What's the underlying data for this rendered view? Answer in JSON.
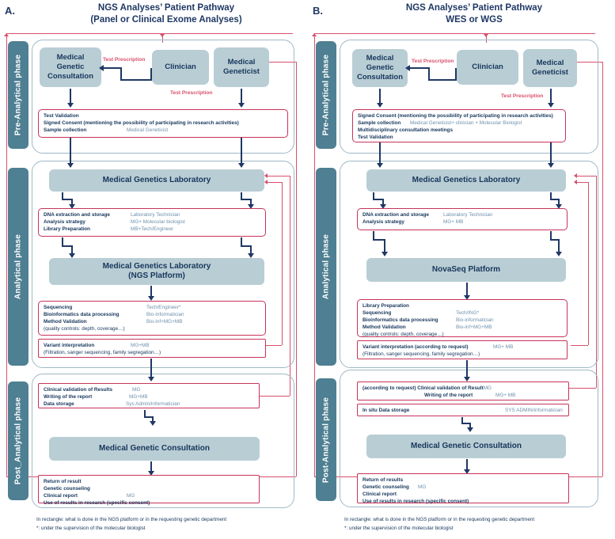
{
  "panels": [
    {
      "letter": "A.",
      "title_line1": "NGS Analyses’ Patient Pathway",
      "title_line2": "(Panel or Clinical Exome Analyses)",
      "phases": [
        {
          "label": "Pre-Analytical phase"
        },
        {
          "label": "Analytical phase"
        },
        {
          "label": "Post_Analytical phase"
        }
      ],
      "actors": {
        "consultation": "Medical Genetic Consultation",
        "clinician": "Clinician",
        "geneticist": "Medical Geneticist",
        "lab": "Medical Genetics Laboratory",
        "ngs_platform_line1": "Medical Genetics Laboratory",
        "ngs_platform_line2": "(NGS Platform)",
        "final_consultation": "Medical Genetic Consultation"
      },
      "edge_labels": {
        "prescription_to_consultation": "Test Prescription",
        "prescription_to_sample": "Test Prescription"
      },
      "tasks": {
        "preanalytical": [
          {
            "text": "Test Validation",
            "who": ""
          },
          {
            "text": "Signed Consent (mentioning the possibility of participating in research activities)",
            "who": ""
          },
          {
            "text": "Sample collection",
            "who": "Medical Geneticist"
          }
        ],
        "extraction": [
          {
            "text": "DNA extraction and storage",
            "who": "Laboratory Technician"
          },
          {
            "text": "Analysis strategy",
            "who": "MG+ Molecular biologist"
          },
          {
            "text": "Library Preparation",
            "who": "MB+Tech/Engineer"
          }
        ],
        "sequencing": [
          {
            "text": "Sequencing",
            "who": "Tech/Engineer*"
          },
          {
            "text": "Bioinformatics data processing",
            "who": "Bio-informatician"
          },
          {
            "text": "Method Validation",
            "who": "Bio-inf+MG+MB"
          },
          {
            "text": "(quality controls: depth, coverage…)",
            "who": "",
            "sub": true
          }
        ],
        "variant": [
          {
            "text": "Variant interpretation",
            "who": "MG+MB"
          },
          {
            "text": "(Filtration, sanger sequencing, family segregation…)",
            "who": "",
            "sub": true
          }
        ],
        "validation": [
          {
            "text": "Clinical validation of Results",
            "who": "MG"
          },
          {
            "text": "Writing of the report",
            "who": "MG+MB"
          },
          {
            "text": "Data storage",
            "who": "Sys Admin/informatician"
          }
        ],
        "return": [
          {
            "text": "Return of result",
            "who": ""
          },
          {
            "text": "Genetic counseling",
            "who": ""
          },
          {
            "text": "Clinical report",
            "who": "MG"
          },
          {
            "text": "Use of results in research (specific consent)",
            "who": ""
          }
        ]
      },
      "footnotes": [
        "In rectangle: what is done in the NGS platform or in the requesting genetic department",
        "*: under the supervision of the molecular biologist"
      ]
    },
    {
      "letter": "B.",
      "title_line1": "NGS Analyses’ Patient Pathway",
      "title_line2": "WES or WGS",
      "phases": [
        {
          "label": "Pre-Analytical phase"
        },
        {
          "label": "Analytical phase"
        },
        {
          "label": "Post-Analytical phase"
        }
      ],
      "actors": {
        "consultation": "Medical Genetic Consultation",
        "clinician": "Clinician",
        "geneticist": "Medical Geneticist",
        "lab": "Medical Genetics Laboratory",
        "ngs_platform_line1": "NovaSeq Platform",
        "ngs_platform_line2": "",
        "final_consultation": "Medical Genetic Consultation"
      },
      "edge_labels": {
        "prescription_to_consultation": "Test Prescription",
        "prescription_to_sample": "Test Prescription"
      },
      "tasks": {
        "preanalytical": [
          {
            "text": "Signed Consent (mentioning the possibility of participating in research activities)",
            "who": ""
          },
          {
            "text": "Sample collection",
            "who": "Medical Geneticist+ clinician + Molecular Biologist"
          },
          {
            "text": "Multidisciplinary consultation meetings",
            "who": ""
          },
          {
            "text": "Test Validation",
            "who": ""
          }
        ],
        "extraction": [
          {
            "text": "DNA extraction and storage",
            "who": "Laboratory Technician"
          },
          {
            "text": "Analysis strategy",
            "who": "MG+ MB"
          }
        ],
        "sequencing": [
          {
            "text": "Library Preparation",
            "who": ""
          },
          {
            "text": "Sequencing",
            "who": "Tech/ING*"
          },
          {
            "text": "Bioinformatics data processing",
            "who": "Bio-informatician"
          },
          {
            "text": "Method Validation",
            "who": "Bio-inf+MG+MB"
          },
          {
            "text": "(quality controls: depth, coverage…)",
            "who": "",
            "sub": true
          }
        ],
        "variant": [
          {
            "text": "Variant interpretation (according to request)",
            "who": "MG+ MB"
          },
          {
            "text": "(Filtration, sanger sequencing, family segregation…)",
            "who": "",
            "sub": true
          }
        ],
        "validation": [
          {
            "text": "(according to request)   Clinical validation of Result",
            "who": "MG"
          },
          {
            "text": "Writing of the report",
            "who": "MG+ MB"
          }
        ],
        "storage": [
          {
            "text": "In situ Data storage",
            "who": "SYS ADMIN/informatician"
          }
        ],
        "return": [
          {
            "text": "Return of results",
            "who": ""
          },
          {
            "text": "Genetic counseling",
            "who": "MG"
          },
          {
            "text": "Clinical report",
            "who": ""
          },
          {
            "text": "Use of results in research (specific consent)",
            "who": ""
          }
        ]
      },
      "footnotes": [
        "In rectangle: what is done in the NGS platform or in the requesting genetic department",
        "*: under the supervision of the molecular biologist"
      ]
    }
  ],
  "colors": {
    "phase_bar": "#4e7f92",
    "actor_box": "#b9cdd4",
    "task_border": "#c8335a",
    "arrow": "#1f3864",
    "feedback": "#d8506b",
    "text": "#16365c",
    "role_text": "#6e91ac"
  }
}
